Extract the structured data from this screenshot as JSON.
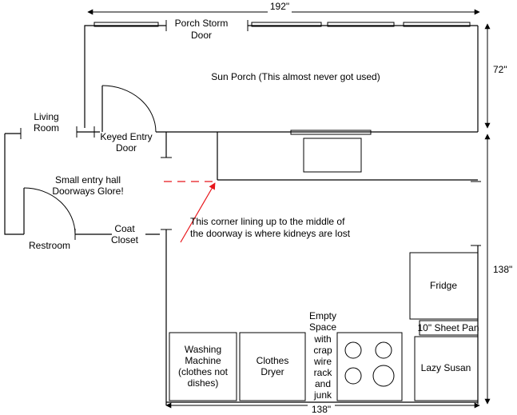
{
  "dimensions": {
    "top": "192\"",
    "right_upper": "72\"",
    "right_lower": "138\"",
    "bottom": "138\""
  },
  "labels": {
    "porch_storm_door": [
      "Porch Storm",
      "Door"
    ],
    "sun_porch": "Sun Porch (This almost never got used)",
    "living_room": [
      "Living",
      "Room"
    ],
    "keyed_entry_door": [
      "Keyed Entry",
      "Door"
    ],
    "entry_hall": [
      "Small entry hall",
      "Doorways Glore!"
    ],
    "coat_closet": [
      "Coat",
      "Closet"
    ],
    "restroom": "Restroom",
    "annotation": [
      "This corner lining up to the middle of",
      "the doorway is where kidneys are lost"
    ],
    "fridge": "Fridge",
    "sheet_pan": "10\" Sheet Pan",
    "lazy_susan": "Lazy Susan",
    "washing_machine": [
      "Washing",
      "Machine",
      "(clothes not",
      "dishes)"
    ],
    "clothes_dryer": [
      "Clothes",
      "Dryer"
    ],
    "empty_space": [
      "Empty",
      "Space",
      "with",
      "crap",
      "wire",
      "rack",
      "and",
      "junk"
    ]
  },
  "colors": {
    "ink": "#000000",
    "annotation": "#e8161b"
  }
}
